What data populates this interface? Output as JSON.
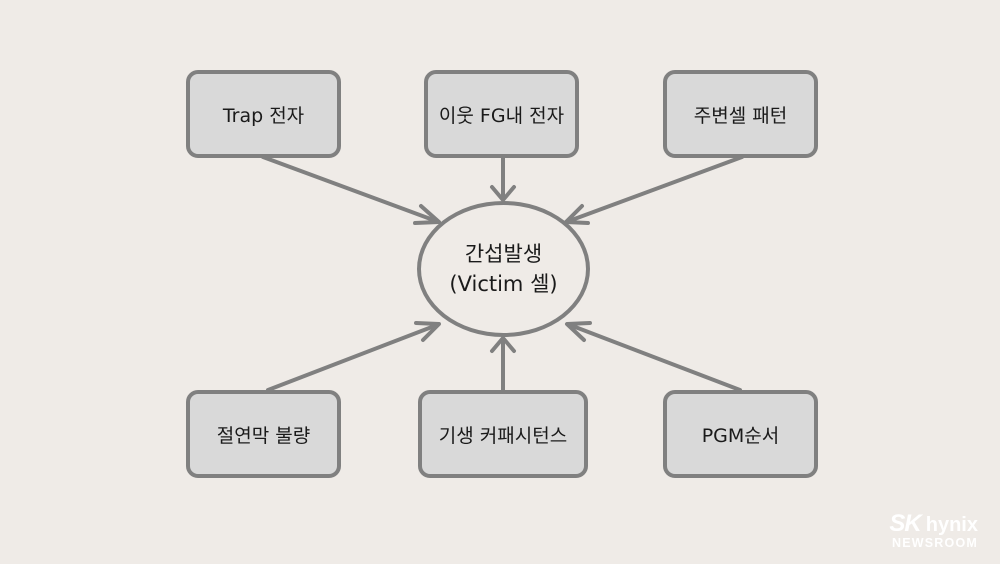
{
  "diagram": {
    "center": {
      "line1": "간섭발생",
      "line2": "(Victim 셀)"
    },
    "causes": [
      {
        "id": "trap",
        "label": "Trap 전자"
      },
      {
        "id": "neighbor-fg",
        "label": "이웃 FG내 전자"
      },
      {
        "id": "surrounding-pattern",
        "label": "주변셀 패턴"
      },
      {
        "id": "insulator-defect",
        "label": "절연막 불량"
      },
      {
        "id": "parasitic-capacitance",
        "label": "기생 커패시턴스"
      },
      {
        "id": "pgm-order",
        "label": "PGM순서"
      }
    ]
  },
  "logo": {
    "brand": "SK",
    "name": "hynix",
    "subtitle": "NEWSROOM"
  },
  "colors": {
    "background": "#efebe7",
    "box_fill": "#d9d9d9",
    "stroke": "#808080",
    "logo_text": "#ffffff"
  }
}
